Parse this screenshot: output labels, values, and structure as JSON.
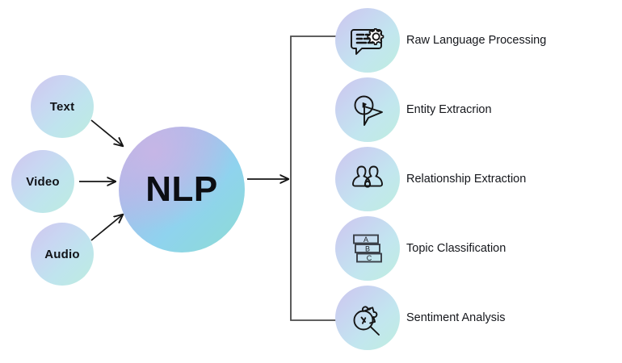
{
  "diagram": {
    "hub": {
      "label": "NLP",
      "gradient_from": "#bfb1e4",
      "gradient_to": "#8ddcd2"
    },
    "inputs": [
      {
        "label": "Text",
        "icon": "text-bubble-icon"
      },
      {
        "label": "Video",
        "icon": "video-bubble-icon"
      },
      {
        "label": "Audio",
        "icon": "audio-bubble-icon"
      }
    ],
    "outputs": [
      {
        "label": "Raw Language Processing",
        "icon": "speech-bubble-gear-icon"
      },
      {
        "label": "Entity Extracrion",
        "icon": "cursor-lens-icon"
      },
      {
        "label": "Relationship Extraction",
        "icon": "two-people-icon"
      },
      {
        "label": "Topic Classification",
        "icon": "stacked-labels-icon",
        "icon_text": [
          "A",
          "B",
          "C"
        ]
      },
      {
        "label": "Sentiment Analysis",
        "icon": "magnifier-puzzle-icon"
      }
    ],
    "colors": {
      "background": "#ffffff",
      "stroke": "#151515",
      "bracket": "#4a4a4a",
      "bubble_gradient_from": "#cfc6ee",
      "bubble_gradient_to": "#bdecdf",
      "text": "#15171c"
    }
  }
}
